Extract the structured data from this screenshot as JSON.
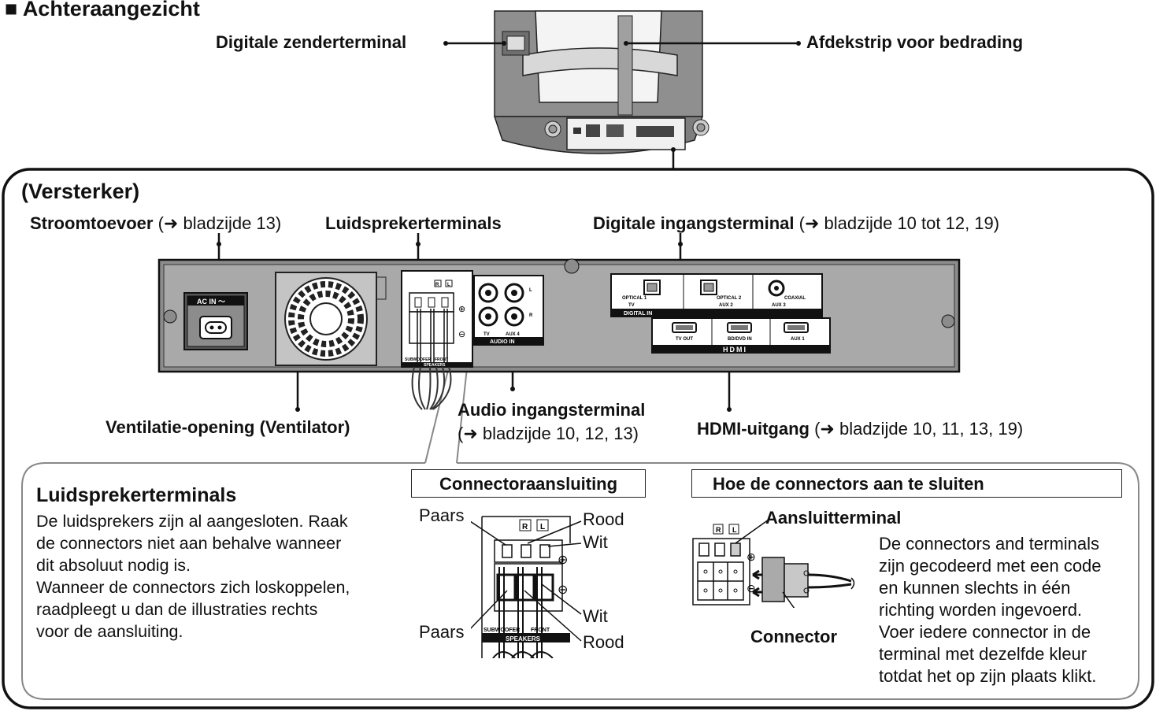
{
  "section": {
    "marker": "■",
    "title": "Achteraangezicht"
  },
  "top": {
    "digital_transmitter": "Digitale zenderterminal",
    "cover_strip": "Afdekstrip voor bedrading"
  },
  "amp": {
    "title": "(Versterker)",
    "power": {
      "name": "Stroomtoevoer",
      "ref": "(➜ bladzijde 13)"
    },
    "speaker_terminals": "Luidsprekerterminals",
    "digital_in": {
      "name": "Digitale ingangsterminal",
      "ref": "(➜ bladzijde 10 tot 12, 19)"
    },
    "ventilation": "Ventilatie-opening (Ventilator)",
    "audio_in": {
      "name": "Audio ingangsterminal",
      "ref": "(➜ bladzijde 10, 12, 13)"
    },
    "hdmi_out": {
      "name": "HDMI-uitgang",
      "ref": "(➜ bladzijde 10, 11, 13, 19)"
    }
  },
  "panel": {
    "ac_in": "AC IN ～",
    "optical1": "OPTICAL 1",
    "tv": "TV",
    "optical2": "OPTICAL 2",
    "aux2": "AUX 2",
    "coaxial": "COAXIAL",
    "aux3": "AUX 3",
    "digital_in_label": "DIGITAL IN",
    "tv_out": "TV OUT",
    "bd_dvd_in": "BD/DVD IN",
    "aux1": "AUX 1",
    "hdmi_logo": "HDMI",
    "audio_tv": "TV",
    "aux4": "AUX 4",
    "audio_in_label": "AUDIO IN",
    "r": "R",
    "l": "L",
    "subwoofer": "SUBWOOFER",
    "front": "FRONT",
    "speakers": "SPEAKERS",
    "plus": "⊕",
    "minus": "⊖"
  },
  "info": {
    "heading": "Luidsprekerterminals",
    "lines": [
      "De luidsprekers zijn al aangesloten. Raak",
      "de connectors niet aan behalve wanneer",
      "dit absoluut nodig is.",
      "Wanneer de connectors zich loskoppelen,",
      "raadpleegt u dan de illustraties rechts",
      "voor de aansluiting."
    ]
  },
  "connector_box": {
    "title": "Connectoraansluiting",
    "paars_top": "Paars",
    "rood_top": "Rood",
    "wit_top": "Wit",
    "paars_bottom": "Paars",
    "wit_bottom": "Wit",
    "rood_bottom": "Rood",
    "subwoofer": "SUBWOOFER",
    "front": "FRONT",
    "speakers": "SPEAKERS"
  },
  "howto_box": {
    "title": "Hoe de connectors aan te sluiten",
    "terminal": "Aansluitterminal",
    "connector": "Connector",
    "lines": [
      "De connectors and terminals",
      "zijn gecodeerd met een code",
      "en kunnen slechts in één",
      "richting worden ingevoerd.",
      "Voer iedere connector in de",
      "terminal met dezelfde kleur",
      "totdat het op zijn plaats klikt."
    ]
  }
}
